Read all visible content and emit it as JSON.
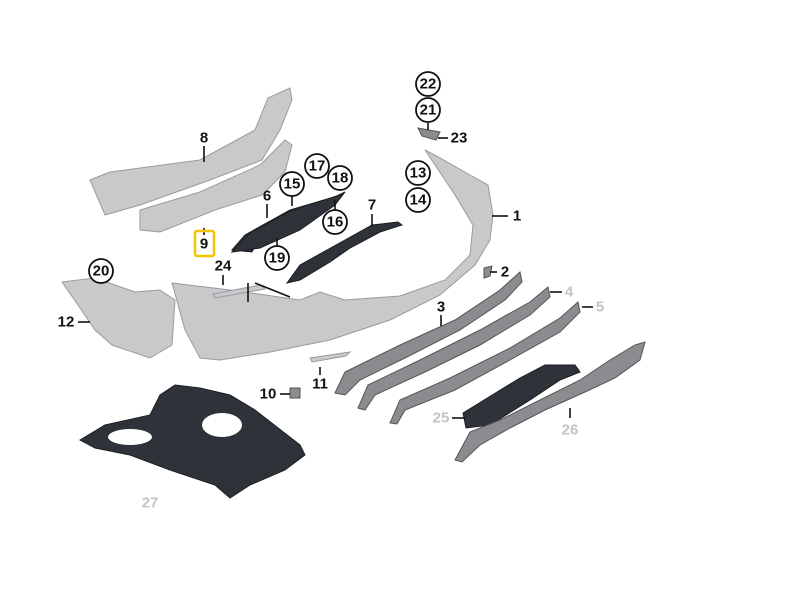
{
  "diagram": {
    "highlight_color": "#f2c500",
    "labels": {
      "p1": "1",
      "p2": "2",
      "p3": "3",
      "p4": "4",
      "p5": "5",
      "p6": "6",
      "p7": "7",
      "p8": "8",
      "p9": "9",
      "p10": "10",
      "p11": "11",
      "p12": "12",
      "p13": "13",
      "p14": "14",
      "p15": "15",
      "p16": "16",
      "p17": "17",
      "p18": "18",
      "p19": "19",
      "p20": "20",
      "p21": "21",
      "p22": "22",
      "p23": "23",
      "p24": "24",
      "p25": "25",
      "p26": "26",
      "p27": "27"
    }
  }
}
